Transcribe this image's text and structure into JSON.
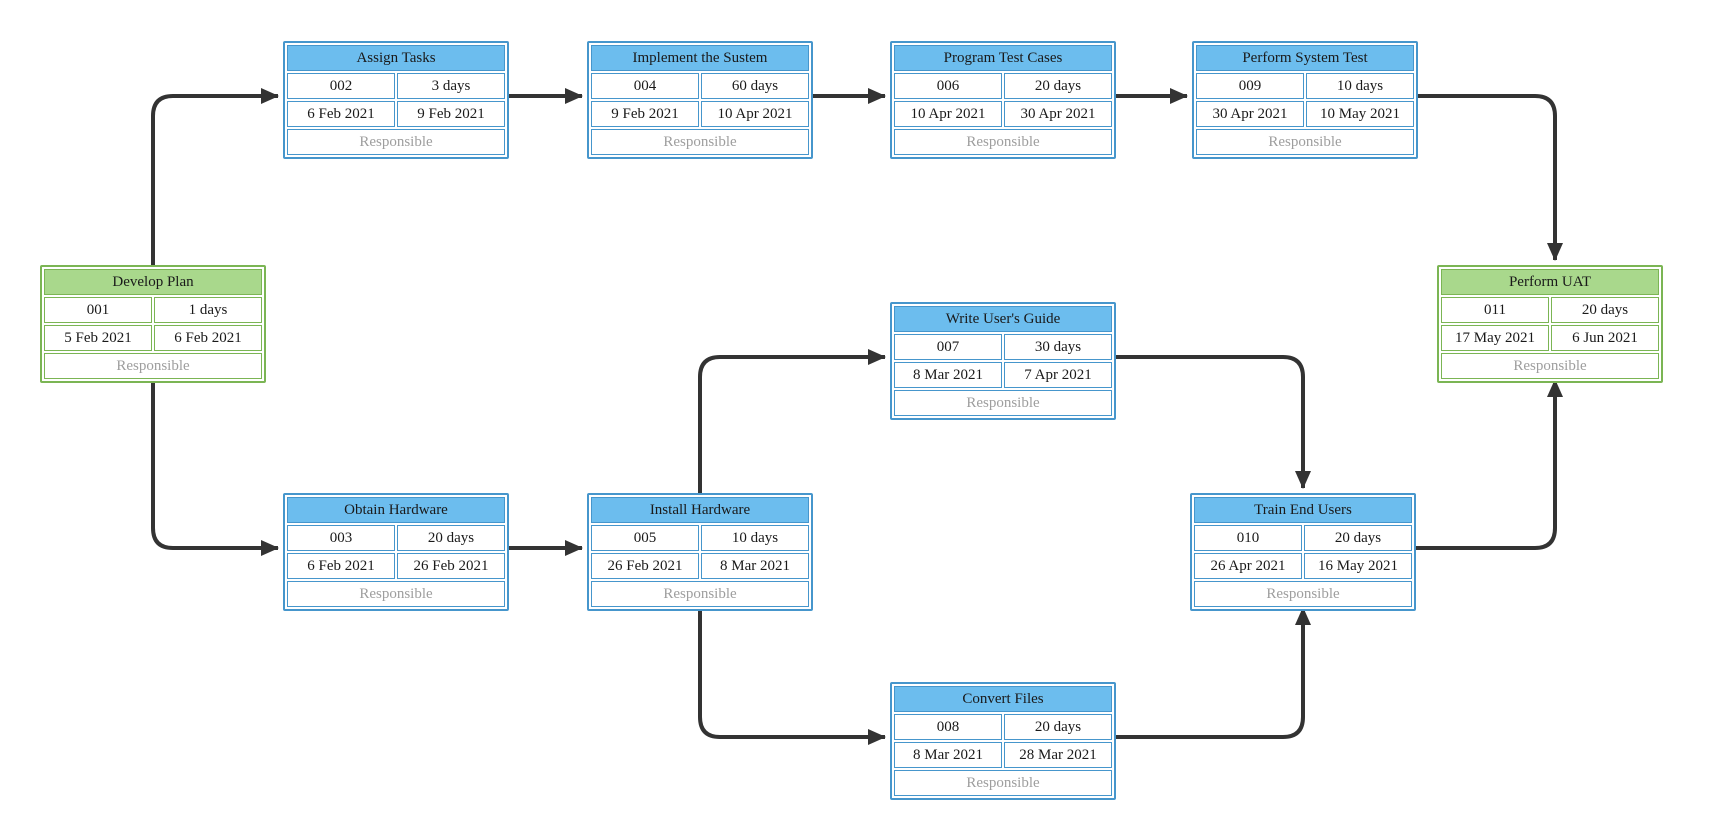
{
  "diagram": {
    "type": "project-network-diagram",
    "background": "#ffffff",
    "colors": {
      "blue_node_fill": "#6CBDEE",
      "blue_node_border": "#4696CC",
      "green_node_fill": "#A9D88C",
      "green_node_border": "#7BB554",
      "arrow": "#333333",
      "responsible_text": "#9e9e9e"
    }
  },
  "nodes": [
    {
      "title": "Develop Plan",
      "code": "001",
      "duration": "1 days",
      "start": "5 Feb 2021",
      "end": "6 Feb 2021",
      "responsible": "Responsible",
      "color": "green"
    },
    {
      "title": "Assign Tasks",
      "code": "002",
      "duration": "3 days",
      "start": "6 Feb 2021",
      "end": "9 Feb 2021",
      "responsible": "Responsible",
      "color": "blue"
    },
    {
      "title": "Implement the Sustem",
      "code": "004",
      "duration": "60 days",
      "start": "9 Feb 2021",
      "end": "10 Apr 2021",
      "responsible": "Responsible",
      "color": "blue"
    },
    {
      "title": "Program Test Cases",
      "code": "006",
      "duration": "20 days",
      "start": "10 Apr 2021",
      "end": "30 Apr 2021",
      "responsible": "Responsible",
      "color": "blue"
    },
    {
      "title": "Perform System Test",
      "code": "009",
      "duration": "10 days",
      "start": "30 Apr 2021",
      "end": "10 May 2021",
      "responsible": "Responsible",
      "color": "blue"
    },
    {
      "title": "Perform UAT",
      "code": "011",
      "duration": "20 days",
      "start": "17 May 2021",
      "end": "6 Jun 2021",
      "responsible": "Responsible",
      "color": "green"
    },
    {
      "title": "Write User's Guide",
      "code": "007",
      "duration": "30 days",
      "start": "8 Mar 2021",
      "end": "7 Apr 2021",
      "responsible": "Responsible",
      "color": "blue"
    },
    {
      "title": "Obtain Hardware",
      "code": "003",
      "duration": "20 days",
      "start": "6 Feb 2021",
      "end": "26 Feb 2021",
      "responsible": "Responsible",
      "color": "blue"
    },
    {
      "title": "Install Hardware",
      "code": "005",
      "duration": "10 days",
      "start": "26 Feb 2021",
      "end": "8 Mar 2021",
      "responsible": "Responsible",
      "color": "blue"
    },
    {
      "title": "Train End Users",
      "code": "010",
      "duration": "20 days",
      "start": "26 Apr 2021",
      "end": "16 May 2021",
      "responsible": "Responsible",
      "color": "blue"
    },
    {
      "title": "Convert Files",
      "code": "008",
      "duration": "20 days",
      "start": "8 Mar 2021",
      "end": "28 Mar 2021",
      "responsible": "Responsible",
      "color": "blue"
    }
  ],
  "edges": [
    {
      "from": "Develop Plan",
      "to": "Assign Tasks"
    },
    {
      "from": "Develop Plan",
      "to": "Obtain Hardware"
    },
    {
      "from": "Assign Tasks",
      "to": "Implement the Sustem"
    },
    {
      "from": "Implement the Sustem",
      "to": "Program Test Cases"
    },
    {
      "from": "Program Test Cases",
      "to": "Perform System Test"
    },
    {
      "from": "Perform System Test",
      "to": "Perform UAT"
    },
    {
      "from": "Obtain Hardware",
      "to": "Install Hardware"
    },
    {
      "from": "Install Hardware",
      "to": "Write User's Guide"
    },
    {
      "from": "Install Hardware",
      "to": "Convert Files"
    },
    {
      "from": "Write User's Guide",
      "to": "Train End Users"
    },
    {
      "from": "Convert Files",
      "to": "Train End Users"
    },
    {
      "from": "Train End Users",
      "to": "Perform UAT"
    }
  ]
}
